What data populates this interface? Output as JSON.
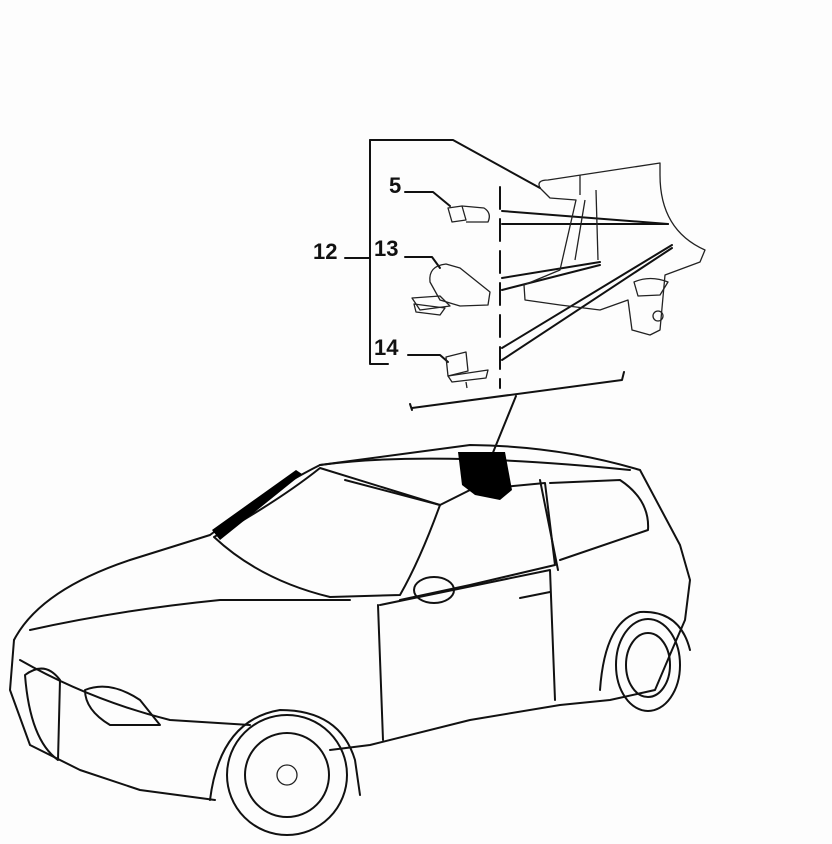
{
  "diagram": {
    "callouts": [
      {
        "id": "12",
        "text": "12"
      },
      {
        "id": "5",
        "text": "5"
      },
      {
        "id": "13",
        "text": "13"
      },
      {
        "id": "14",
        "text": "14"
      }
    ],
    "colors": {
      "line": "#111111",
      "background": "#ffffff",
      "highlight": "#000000"
    }
  }
}
